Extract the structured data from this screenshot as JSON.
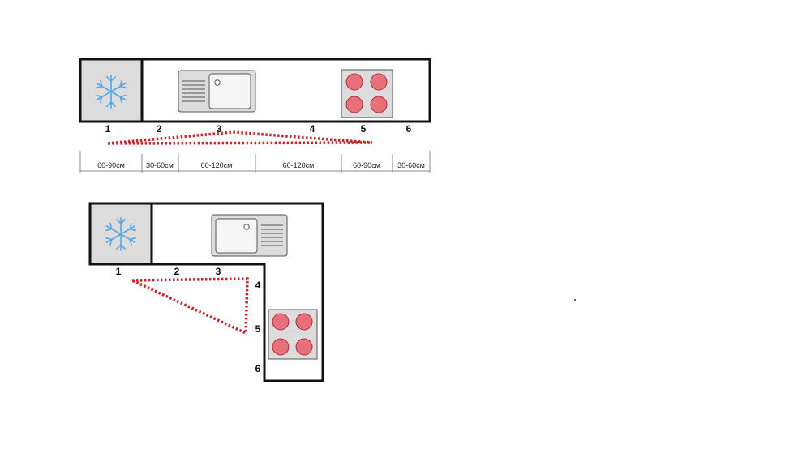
{
  "linear_layout": {
    "zone_numbers": [
      "1",
      "2",
      "3",
      "4",
      "5",
      "6"
    ],
    "dimensions": [
      "60-90см",
      "30-60см",
      "60-120см",
      "60-120см",
      "60-90см",
      "30-60см"
    ]
  },
  "corner_layout": {
    "zone_numbers": [
      "1",
      "2",
      "3",
      "4",
      "5",
      "6"
    ]
  },
  "icons": {
    "fridge": "snowflake-icon",
    "sink": "sink-icon",
    "stove": "hob-icon"
  },
  "colors": {
    "outline": "#111111",
    "appliance_fill": "#dcdcdc",
    "snowflake": "#5aa6e0",
    "burner": "#e8707a",
    "triangle": "#c0282d"
  }
}
